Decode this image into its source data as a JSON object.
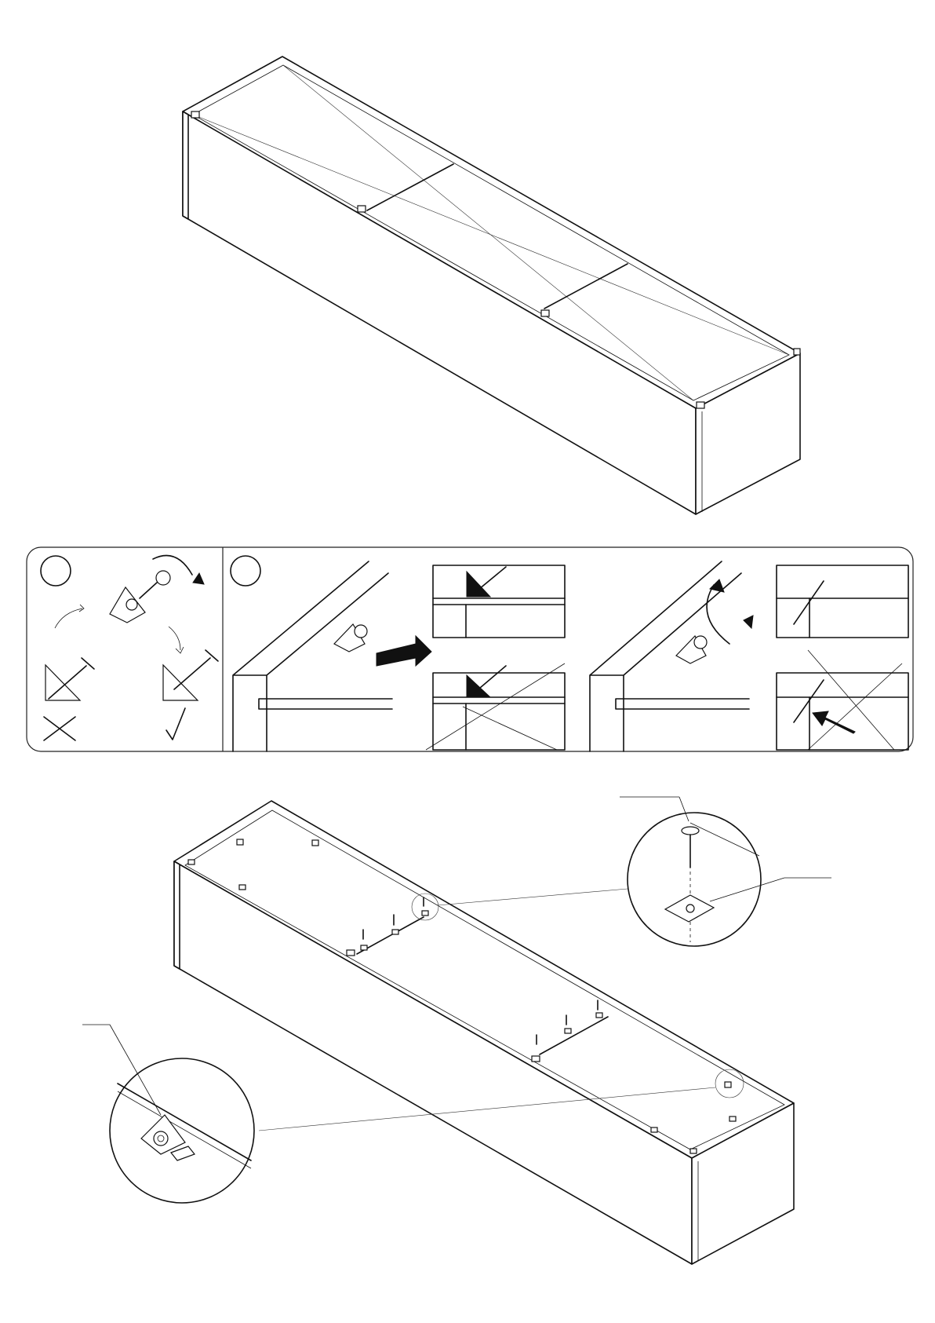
{
  "sheet": {
    "kind": "assembly-instruction-page",
    "text_labels": []
  },
  "colors": {
    "line": "#111111",
    "background": "#ffffff"
  },
  "steps": {
    "top": {
      "view": "cabinet-top-view"
    },
    "strip": {
      "panels": [
        {
          "id": "corner-bracket-orientation",
          "badge_text": ""
        },
        {
          "id": "bracket-fixing-sequence",
          "badge_text": ""
        }
      ],
      "marks": [
        "cross-mark",
        "check-mark"
      ]
    },
    "bottom": {
      "view": "cabinet-bottom-view",
      "callouts": [
        "screw-and-plate-detail",
        "corner-bracket-detail"
      ]
    }
  },
  "icons": [
    "screw-icon",
    "corner-bracket-icon",
    "rotate-arrow-icon",
    "push-arrow-icon",
    "cross-mark-icon",
    "check-mark-icon"
  ]
}
